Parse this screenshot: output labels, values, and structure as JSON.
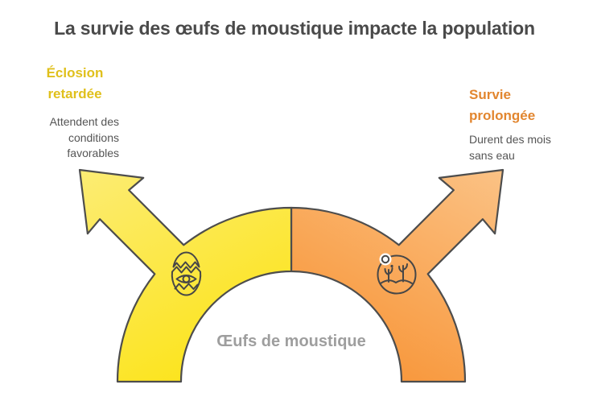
{
  "title": "La survie des œufs de moustique impacte la population",
  "center_label": "Œufs de moustique",
  "branches": {
    "left": {
      "heading": "Éclosion retardée",
      "description": "Attendent des conditions favorables",
      "heading_color": "#e0c01c",
      "icon": "hatching-egg-icon"
    },
    "right": {
      "heading": "Survie prolongée",
      "description": "Durent des mois sans eau",
      "heading_color": "#e2862f",
      "icon": "desert-icon"
    }
  },
  "colors": {
    "title_text": "#4a4a4a",
    "body_text": "#555555",
    "center_label_text": "#9e9e9e",
    "outline": "#4d4d4d",
    "icon_stroke": "#474747",
    "yellow_light": "#fcec74",
    "yellow_dark": "#fce41c",
    "orange_light": "#fbc285",
    "orange_dark": "#f8973b",
    "background": "#ffffff"
  }
}
